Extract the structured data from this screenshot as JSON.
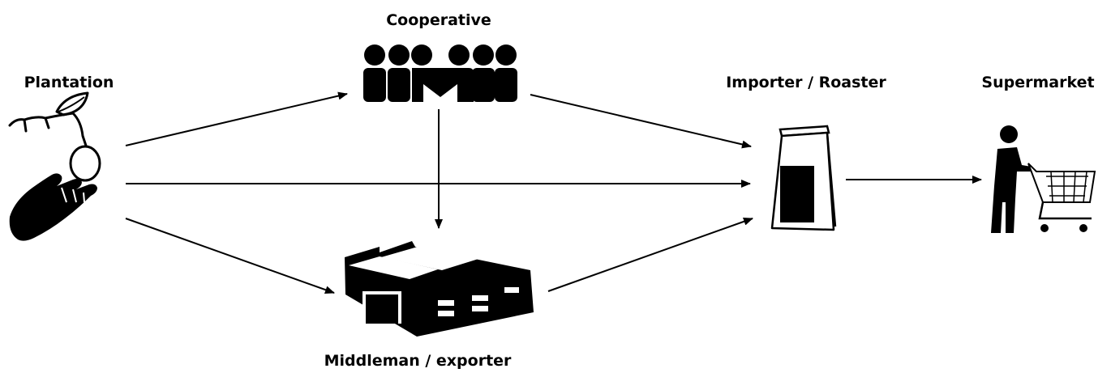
{
  "nodes": {
    "plantation": {
      "label": "Plantation",
      "icon": "hand-with-coffee-branch-icon"
    },
    "cooperative": {
      "label": "Cooperative",
      "icon": "group-of-people-icon"
    },
    "middleman": {
      "label": "Middleman / exporter",
      "icon": "factory-icon"
    },
    "importer": {
      "label": "Importer / Roaster",
      "icon": "coffee-bag-icon"
    },
    "supermarket": {
      "label": "Supermarket",
      "icon": "shopper-with-cart-icon"
    }
  },
  "edges": [
    {
      "from": "plantation",
      "to": "cooperative"
    },
    {
      "from": "plantation",
      "to": "importer"
    },
    {
      "from": "plantation",
      "to": "middleman"
    },
    {
      "from": "cooperative",
      "to": "middleman"
    },
    {
      "from": "cooperative",
      "to": "importer"
    },
    {
      "from": "middleman",
      "to": "importer"
    },
    {
      "from": "importer",
      "to": "supermarket"
    }
  ],
  "colors": {
    "ink": "#000000",
    "background": "#ffffff"
  }
}
